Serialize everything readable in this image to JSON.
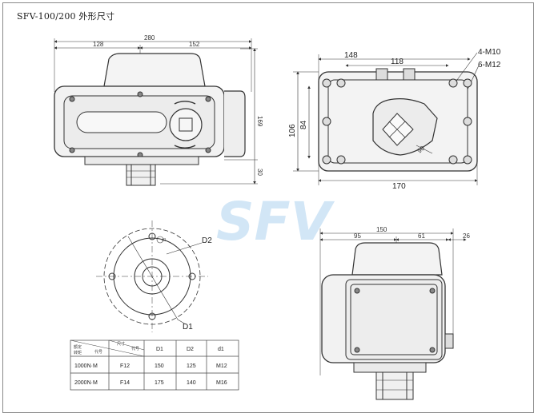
{
  "title": "SFV-100/200 外形尺寸",
  "watermark": "SFV",
  "front_view": {
    "dims": {
      "total_width": "280",
      "left_part": "128",
      "right_part": "152",
      "height": "169",
      "base": "30"
    }
  },
  "bottom_view": {
    "dims": {
      "width_top": "148",
      "width_inner": "118",
      "width_total": "170",
      "height_outer": "106",
      "height_inner": "84",
      "angle": "90"
    },
    "holes": {
      "m10": "4-M10",
      "m12": "6-M12"
    }
  },
  "flange_view": {
    "labels": {
      "d2": "D2",
      "d1": "D1",
      "small": "d1"
    }
  },
  "side_view": {
    "dims": {
      "width_total": "150",
      "width_left": "95",
      "width_right": "61",
      "height": "26"
    }
  },
  "table": {
    "header_corner": {
      "top": "尺寸",
      "mid": "代号",
      "left1": "额定",
      "left2": "转矩",
      "code": "代号"
    },
    "columns": [
      "D1",
      "D2",
      "d1"
    ],
    "rows": [
      {
        "torque": "1000N·M",
        "code": "F12",
        "d1_big": "150",
        "d2": "125",
        "d1_small": "M12"
      },
      {
        "torque": "2000N·M",
        "code": "F14",
        "d1_big": "175",
        "d2": "140",
        "d1_small": "M16"
      }
    ]
  }
}
